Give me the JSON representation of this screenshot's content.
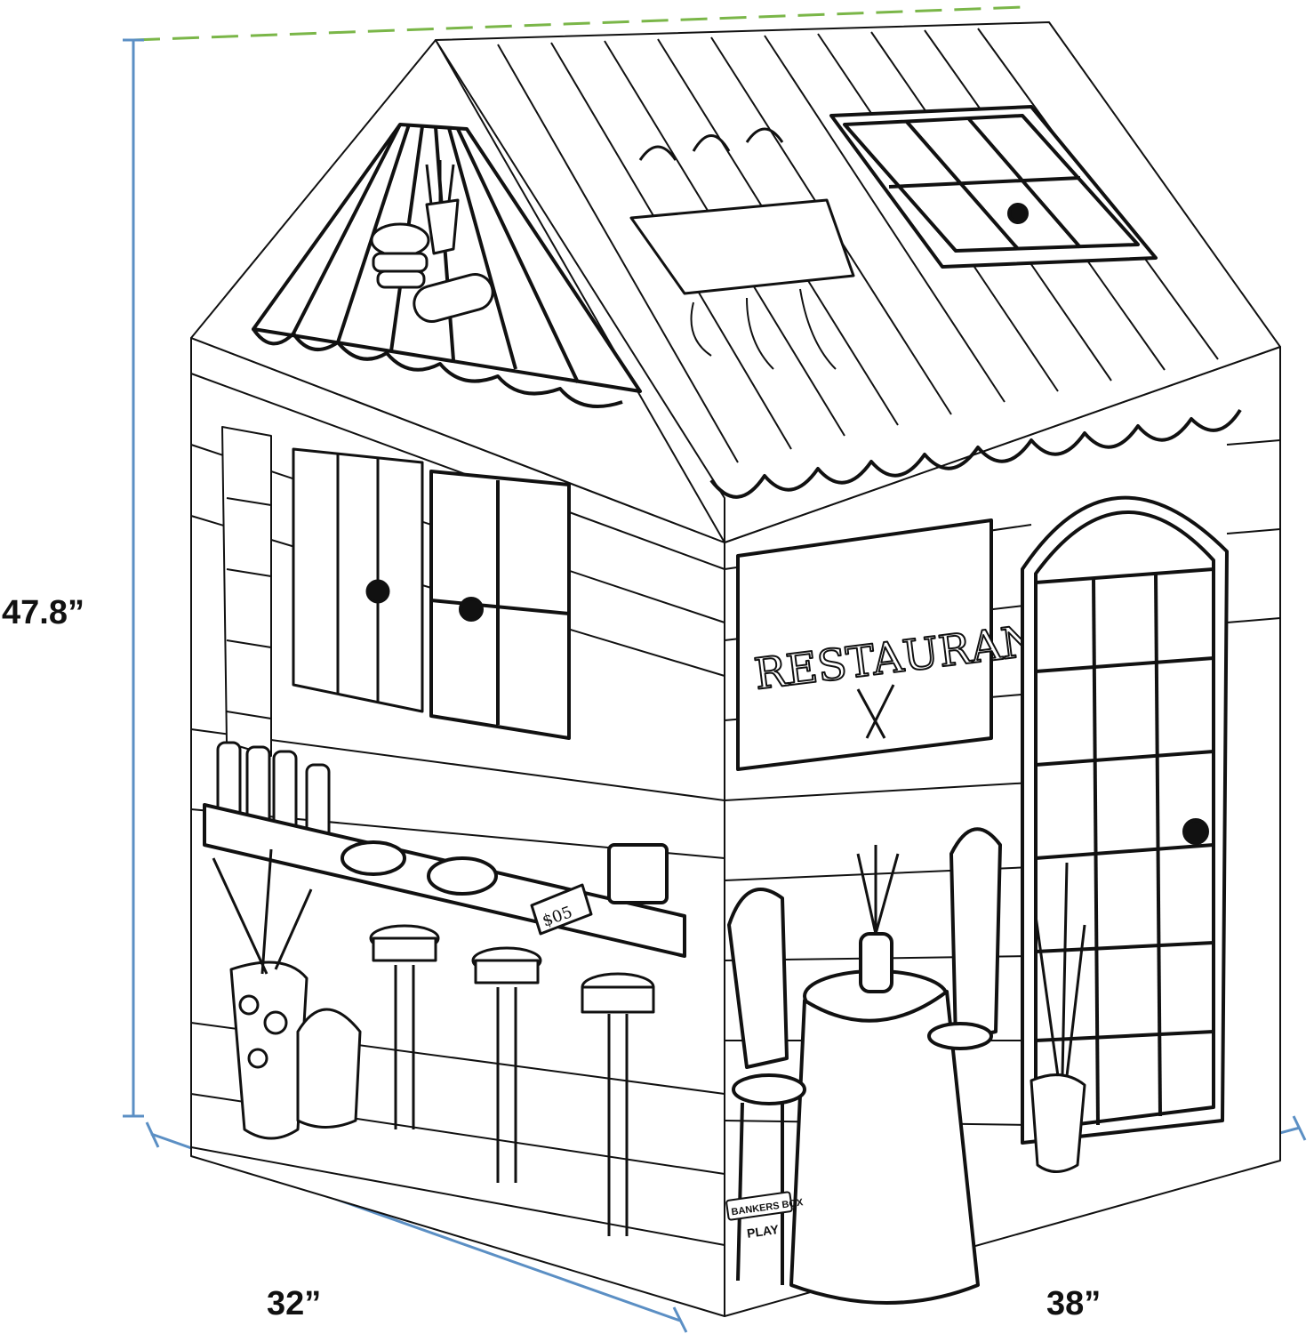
{
  "dimensions": {
    "height": "47.8”",
    "width": "32”",
    "depth": "38”"
  },
  "sign": {
    "text": "RESTAURANT"
  },
  "price_tag": {
    "text": "$05"
  },
  "brand": {
    "line1": "BANKERS BOX",
    "line2": "PLAY"
  },
  "colors": {
    "dimension_line": "#5b8fc4",
    "top_guide_line": "#7ab648",
    "outline": "#111111",
    "background": "#ffffff"
  }
}
